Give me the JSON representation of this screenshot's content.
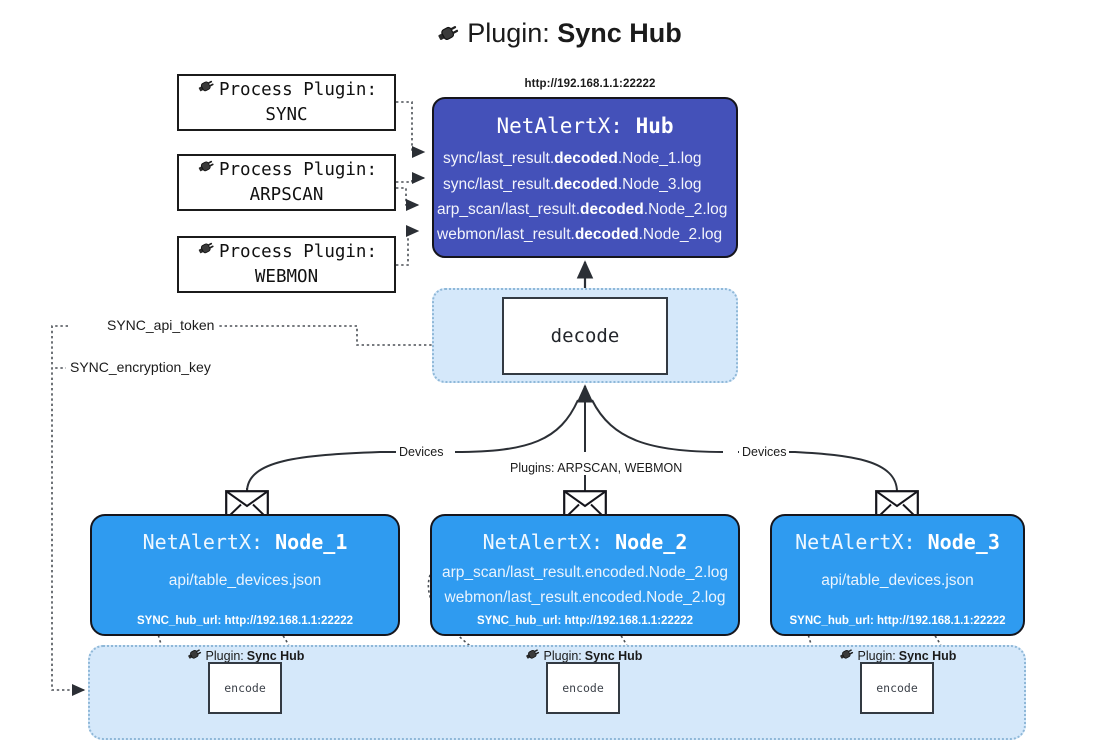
{
  "title": {
    "icon": "plug-icon",
    "prefix": "Plugin:",
    "name": "Sync Hub"
  },
  "process_plugins": [
    {
      "icon": "plug-icon",
      "line1": "Process Plugin:",
      "line2": "SYNC"
    },
    {
      "icon": "plug-icon",
      "line1": "Process Plugin:",
      "line2": "ARPSCAN"
    },
    {
      "icon": "plug-icon",
      "line1": "Process Plugin:",
      "line2": "WEBMON"
    }
  ],
  "hub": {
    "url": "http://192.168.1.1:22222",
    "title_prefix": "NetAlertX:",
    "title_name": "Hub",
    "logs": [
      {
        "pre": "sync/last_result.",
        "mid": "decoded",
        "post": ".Node_1.log"
      },
      {
        "pre": "sync/last_result.",
        "mid": "decoded",
        "post": ".Node_3.log"
      },
      {
        "pre": "arp_scan/last_result.",
        "mid": "decoded",
        "post": ".Node_2.log"
      },
      {
        "pre": "webmon/last_result.",
        "mid": "decoded",
        "post": ".Node_2.log"
      }
    ]
  },
  "decode": {
    "label": "decode"
  },
  "secrets": [
    {
      "label": "SYNC_api_token"
    },
    {
      "label": "SYNC_encryption_key"
    }
  ],
  "edge_labels": {
    "devices_left": "Devices",
    "devices_right": "Devices",
    "plugins_center": "Plugins: ARPSCAN, WEBMON"
  },
  "nodes": [
    {
      "icon": "envelope-icon",
      "title_prefix": "NetAlertX:",
      "title_name": "Node_1",
      "lines": [
        "api/table_devices.json"
      ],
      "footer": "SYNC_hub_url: http://192.168.1.1:22222"
    },
    {
      "icon": "envelope-icon",
      "title_prefix": "NetAlertX:",
      "title_name": "Node_2",
      "lines": [
        "arp_scan/last_result.encoded.Node_2.log",
        "webmon/last_result.encoded.Node_2.log"
      ],
      "footer": "SYNC_hub_url: http://192.168.1.1:22222"
    },
    {
      "icon": "envelope-icon",
      "title_prefix": "NetAlertX:",
      "title_name": "Node_3",
      "lines": [
        "api/table_devices.json"
      ],
      "footer": "SYNC_hub_url: http://192.168.1.1:22222"
    }
  ],
  "encoders": [
    {
      "icon": "plug-icon",
      "label_prefix": "Plugin:",
      "label_name": "Sync Hub",
      "box": "encode"
    },
    {
      "icon": "plug-icon",
      "label_prefix": "Plugin:",
      "label_name": "Sync Hub",
      "box": "encode"
    },
    {
      "icon": "plug-icon",
      "label_prefix": "Plugin:",
      "label_name": "Sync Hub",
      "box": "encode"
    }
  ],
  "colors": {
    "hub_fill": "#4451b9",
    "node_fill": "#2f9bf0",
    "container_fill": "#d5e8fa",
    "container_border": "#8fb8d8",
    "stroke": "#15151c",
    "background": "#ffffff"
  }
}
